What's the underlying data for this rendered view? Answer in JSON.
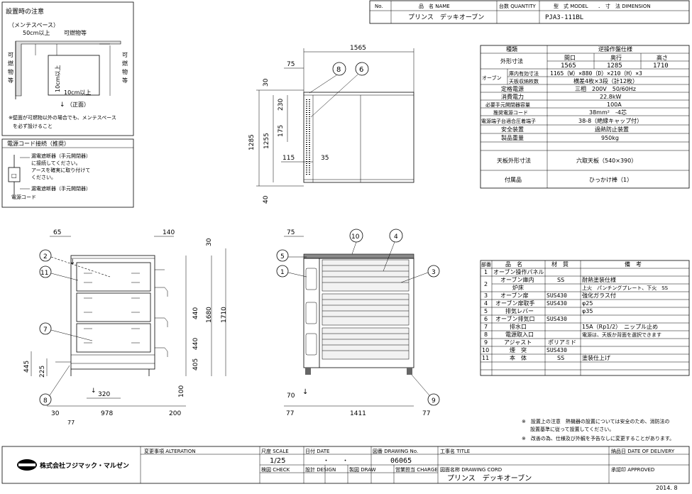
{
  "title_header": {
    "no_label": "No.",
    "name_label": "品　名 NAME",
    "qty_label": "台数 QUANTITY",
    "model_label": "型　式 MODEL　　．　寸　法 DIMENSION",
    "name_value": "プリンス　デッキオーブン",
    "model_value": "PJA3-111BL"
  },
  "install_note": {
    "title": "設置時の注意",
    "maint_label": "（メンテスペース）",
    "maint_50": "50cm以上",
    "combustible_top": "可燃物等",
    "combustible_left": "可燃物等",
    "combustible_right": "可燃物等",
    "dim_10_v": "10cm以上",
    "dim_10_h": "10cm以上",
    "front_label": "（正面）",
    "front_arrow": "↓",
    "note": "※壁面が可燃物以外の場合でも、メンテスペースを必ず設けること"
  },
  "power_cord": {
    "title": "電源コード接続（推奨）",
    "line1": "漏電遮断器（手元開閉器）に接続してください。",
    "line2": "アースを確実に取り付けてください。",
    "label_breaker": "漏電遮断器（手元開閉器）",
    "label_cord": "電源コード"
  },
  "spec_table": {
    "rows": [
      {
        "label": "種類",
        "value": "逆操作盤仕様"
      },
      {
        "label": "外形寸法",
        "sub": [
          "間口",
          "奥行",
          "高さ"
        ],
        "vals": [
          "1565",
          "1285",
          "1710"
        ]
      },
      {
        "group": "オーブン",
        "label": "庫内有効寸法",
        "value": "1165（W）×880（D）×210（H）×3"
      },
      {
        "label": "天板収納枚数",
        "value": "横差4枚×3段（計12枚）"
      },
      {
        "label": "定格電源",
        "value": "三相　200V　50/60Hz"
      },
      {
        "label": "消費電力",
        "value": "22.8kW"
      },
      {
        "label": "必要手元開閉器容量",
        "value": "100A"
      },
      {
        "label": "推奨電源コード",
        "value": "38mm²　-4芯"
      },
      {
        "label": "電源端子台適合圧着端子",
        "value": "38-8（絶縁キャップ付）"
      },
      {
        "label": "安全装置",
        "value": "過熱防止装置"
      },
      {
        "label": "製品重量",
        "value": "950kg"
      },
      {
        "label": "天板外形寸法",
        "value": "六取天板（540×390）"
      },
      {
        "label": "付属品",
        "value": "ひっかけ棒（1）"
      }
    ]
  },
  "parts_table": {
    "headers": [
      "部番",
      "品　名",
      "材　質",
      "備　考"
    ],
    "rows": [
      {
        "no": "1",
        "name": "オーブン操作パネル",
        "mat": "",
        "note": ""
      },
      {
        "no": "2",
        "name": "オーブン庫内",
        "mat": "SS",
        "note": "耐熱塗装仕様"
      },
      {
        "no": "",
        "name": "炉床",
        "mat": "",
        "note": "上火　パンチングプレート、下火　SS"
      },
      {
        "no": "3",
        "name": "オーブン扉",
        "mat": "SUS430",
        "note": "強化ガラス付"
      },
      {
        "no": "4",
        "name": "オーブン扉取手",
        "mat": "SUS430",
        "note": "φ25"
      },
      {
        "no": "5",
        "name": "排気レバー",
        "mat": "",
        "note": "φ35"
      },
      {
        "no": "6",
        "name": "オーブン排気口",
        "mat": "SUS430",
        "note": ""
      },
      {
        "no": "7",
        "name": "排水口",
        "mat": "",
        "note": "15A（Rp1/2）　ニップル止め"
      },
      {
        "no": "8",
        "name": "電源取入口",
        "mat": "",
        "note": "電源は、天板か背面を選択できます"
      },
      {
        "no": "9",
        "name": "アジャスト",
        "mat": "ポリアミド",
        "note": ""
      },
      {
        "no": "10",
        "name": "煙　突",
        "mat": "SUS430",
        "note": ""
      },
      {
        "no": "11",
        "name": "本　体",
        "mat": "SS",
        "note": "塗装仕上げ"
      }
    ]
  },
  "notes": {
    "n1": "※　設置上の注意　熱機器の設置については安全のため、消防法の設置基準に従って設置してください。",
    "n2": "※　改善の為、仕様及び外観を予告なしに変更することがあります。"
  },
  "top_view_dims": {
    "w": "1565",
    "d75": "75",
    "d30": "30",
    "d230": "230",
    "d175": "175",
    "d1255": "1255",
    "d1285": "1285",
    "d115": "115",
    "d35": "35",
    "d40": "40",
    "callout6": "6",
    "callout8": "8"
  },
  "side_view_dims": {
    "d65": "65",
    "d140": "140",
    "d30": "30",
    "d440a": "440",
    "d440b": "440",
    "d405": "405",
    "d1680": "1680",
    "d1710": "1710",
    "d445": "445",
    "d225": "225",
    "d320": "320",
    "d100": "100",
    "d30b": "30",
    "d978": "978",
    "d200": "200",
    "d77": "77",
    "c2": "2",
    "c11": "11",
    "c7": "7",
    "c8": "8"
  },
  "front_view_dims": {
    "d75": "75",
    "d70": "70",
    "d77a": "77",
    "d1411": "1411",
    "d77b": "77",
    "c10": "10",
    "c4": "4",
    "c5": "5",
    "c1": "1",
    "c3": "3",
    "c9": "9"
  },
  "title_block": {
    "company": "株式会社フジマック・マルゼン",
    "change_label": "変更事項 ALTERATION",
    "scale_label": "尺度 SCALE",
    "scale_value": "1/25",
    "date_label": "日付 DATE",
    "date_value": "・　　・",
    "drawing_no_label": "図番 DRAWING No.",
    "drawing_no_value": "06065",
    "project_label": "工事名 TITLE",
    "delivery_label": "納品日 DATE OF DELIVERY",
    "check_label": "検図 CHECK",
    "design_label": "設計 DESIGN",
    "draw_label": "製図 DRAW",
    "charge_label": "営業担当 CHARGE",
    "drawing_cord_label": "図面名称 DRAWING CORD",
    "drawing_cord_value": "プリンス　デッキオーブン",
    "approved_label": "承認印 APPROVED",
    "issue_date": "2014. 8"
  }
}
